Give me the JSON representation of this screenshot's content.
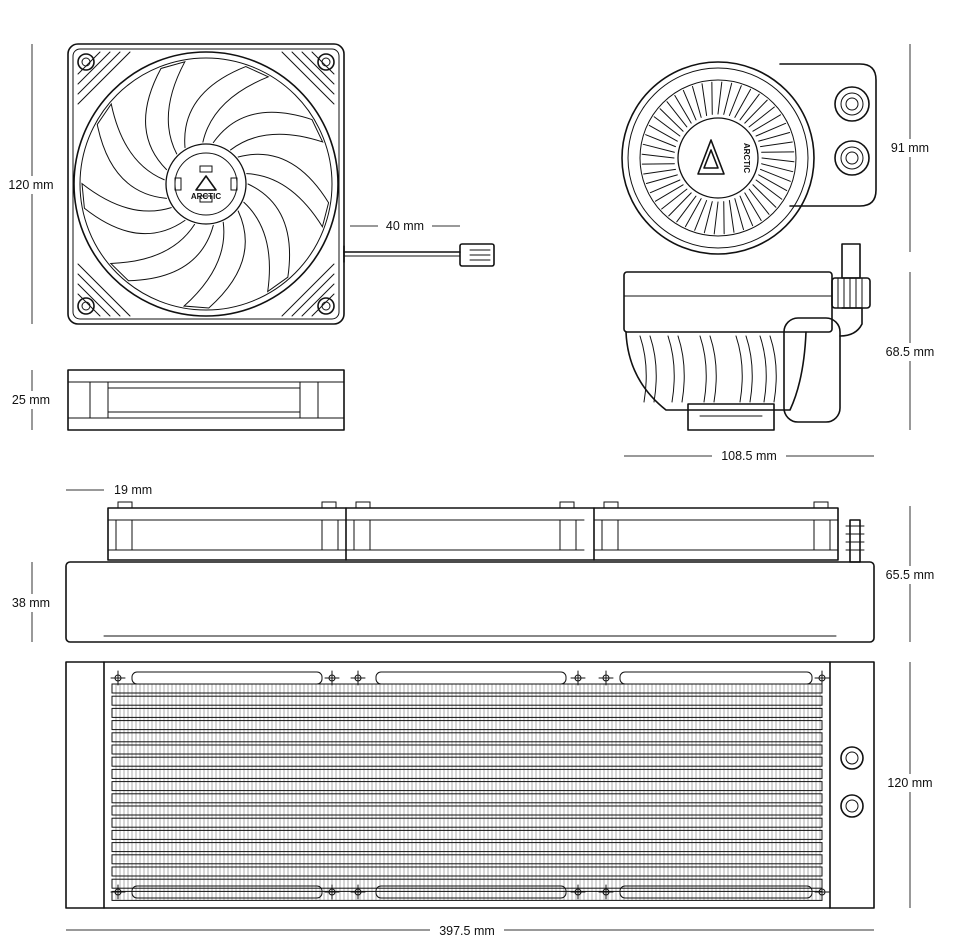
{
  "brand": "ARCTIC",
  "dimensions": {
    "fan_height": "120 mm",
    "cable_length": "40 mm",
    "fan_thickness": "25 mm",
    "pump_block_height": "91 mm",
    "pump_total_height": "68.5 mm",
    "pump_width": "108.5 mm",
    "fan_offset": "19 mm",
    "radiator_thickness": "38 mm",
    "radiator_with_fans_thickness": "65.5 mm",
    "radiator_height": "120 mm",
    "radiator_length": "397.5 mm"
  },
  "colors": {
    "line": "#111111",
    "background": "#ffffff"
  }
}
